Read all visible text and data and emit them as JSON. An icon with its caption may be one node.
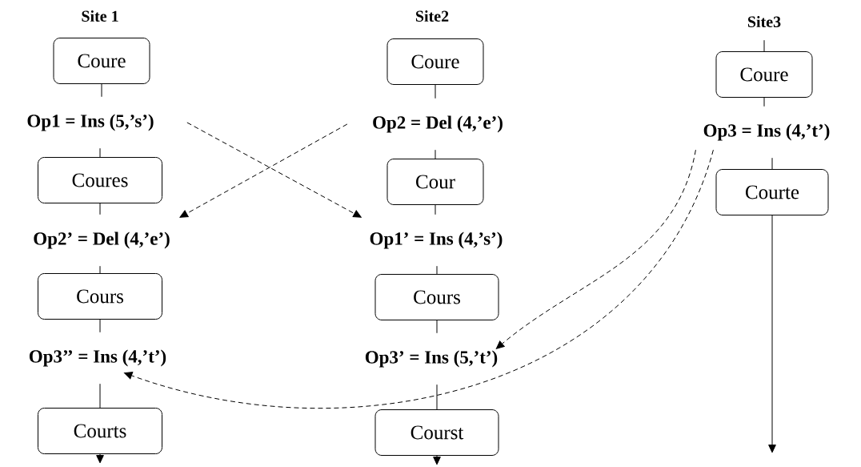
{
  "diagram": {
    "nodes": [
      {
        "text": [
          "Coure"
        ]
      },
      {
        "text": [
          "Op1 = Ins (5,’s’)"
        ]
      },
      {
        "text": [
          "Coures"
        ]
      },
      {
        "text": [
          "Op2’ = Del (4,’e’)"
        ]
      },
      {
        "text": [
          "Cours"
        ]
      },
      {
        "text": [
          "Op3’’ = Ins (4,’t’)"
        ]
      },
      {
        "text": [
          "Courts"
        ]
      },
      {
        "text": [
          "Coure"
        ]
      },
      {
        "text": [
          "Op2 = Del (4,’e’)"
        ]
      },
      {
        "text": [
          "Cour"
        ]
      },
      {
        "text": [
          "Op1’ = Ins (4,’s’)"
        ]
      },
      {
        "text": [
          "Cours"
        ]
      },
      {
        "text": [
          "Op3’ = Ins (5,’t’)"
        ]
      },
      {
        "text": [
          "Courst"
        ]
      },
      {
        "text": [
          "Site3"
        ]
      },
      {
        "text": [
          "Coure"
        ]
      },
      {
        "text": [
          "Op3 = Ins (4,’t’)"
        ]
      },
      {
        "text": [
          "Courte"
        ]
      }
    ],
    "edges": [
      {
        "from": 0,
        "to": 1,
        "arrow": "none"
      },
      {
        "from": 1,
        "to": 2,
        "arrow": "none"
      },
      {
        "from": 2,
        "to": 3,
        "arrow": "none"
      },
      {
        "from": 3,
        "to": 4,
        "arrow": "none"
      },
      {
        "from": 4,
        "to": 5,
        "arrow": "none"
      },
      {
        "from": 5,
        "to": 6,
        "arrow": "none"
      },
      {
        "from": 6,
        "to": null,
        "arrow": "to"
      },
      {
        "from": 7,
        "to": 8,
        "arrow": "none"
      },
      {
        "from": 8,
        "to": 9,
        "arrow": "none"
      },
      {
        "from": 9,
        "to": 10,
        "arrow": "none"
      },
      {
        "from": 10,
        "to": 11,
        "arrow": "none"
      },
      {
        "from": 11,
        "to": 12,
        "arrow": "none"
      },
      {
        "from": 12,
        "to": 13,
        "arrow": "none"
      },
      {
        "from": 13,
        "to": null,
        "arrow": "to"
      },
      {
        "from": 14,
        "to": 15,
        "arrow": "none"
      },
      {
        "from": 15,
        "to": 16,
        "arrow": "none"
      },
      {
        "from": 16,
        "to": 17,
        "arrow": "none"
      },
      {
        "from": 17,
        "to": null,
        "arrow": "to"
      },
      {
        "from": 1,
        "to": 10,
        "arrow": "to",
        "style": "dashed"
      },
      {
        "from": 8,
        "to": 3,
        "arrow": "to",
        "style": "dashed"
      },
      {
        "from": 16,
        "to": 12,
        "arrow": "to",
        "style": "dashed"
      },
      {
        "from": 16,
        "to": 5,
        "arrow": "to",
        "style": "dashed"
      }
    ],
    "labels": [
      "Site 1",
      "Site2"
    ]
  }
}
